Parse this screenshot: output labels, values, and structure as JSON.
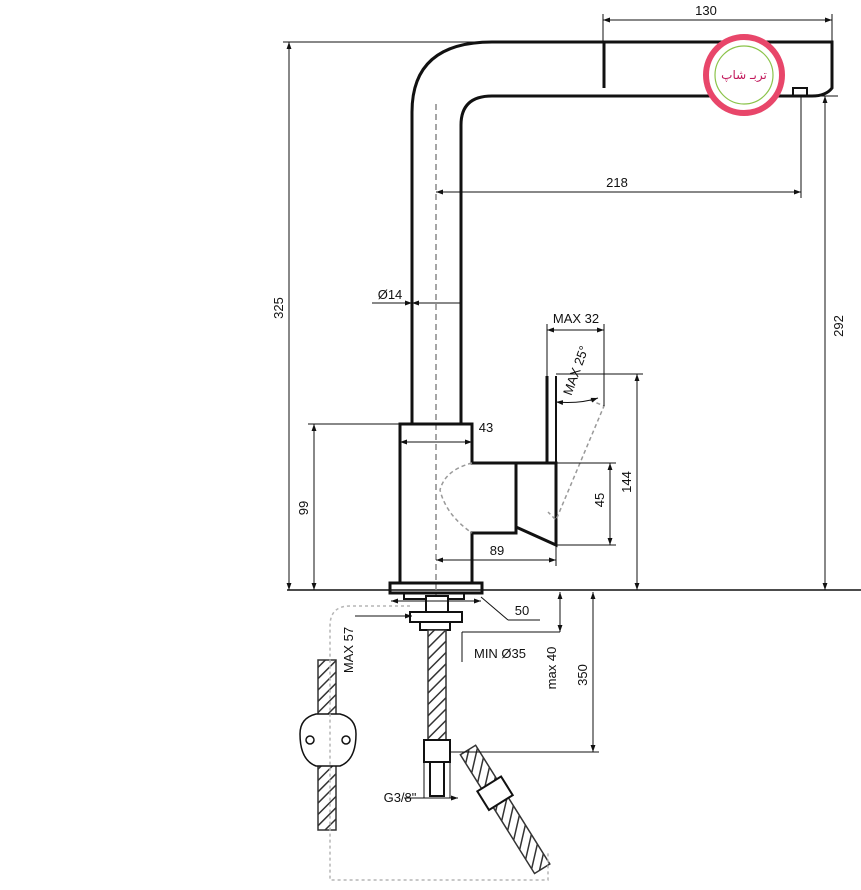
{
  "dimensions": {
    "width_top": "130",
    "reach": "218",
    "total_height": "325",
    "spout_height": "292",
    "tube_diameter": "Ø14",
    "handle_offset": "MAX 32",
    "handle_angle": "MAX 25°",
    "body_width": "43",
    "lever_height": "144",
    "body_height": "99",
    "lever_block": "45",
    "handle_length": "89",
    "base_diameter": "50",
    "hole_max": "MAX 57",
    "hole_min": "MIN Ø35",
    "counter_thickness": "max 40",
    "hose_length": "350",
    "thread": "G3/8\""
  },
  "watermark": {
    "text": "تربـ شاپ",
    "color": "#e8466a"
  },
  "colors": {
    "line": "#111111",
    "dashed": "#b5b5b5"
  }
}
